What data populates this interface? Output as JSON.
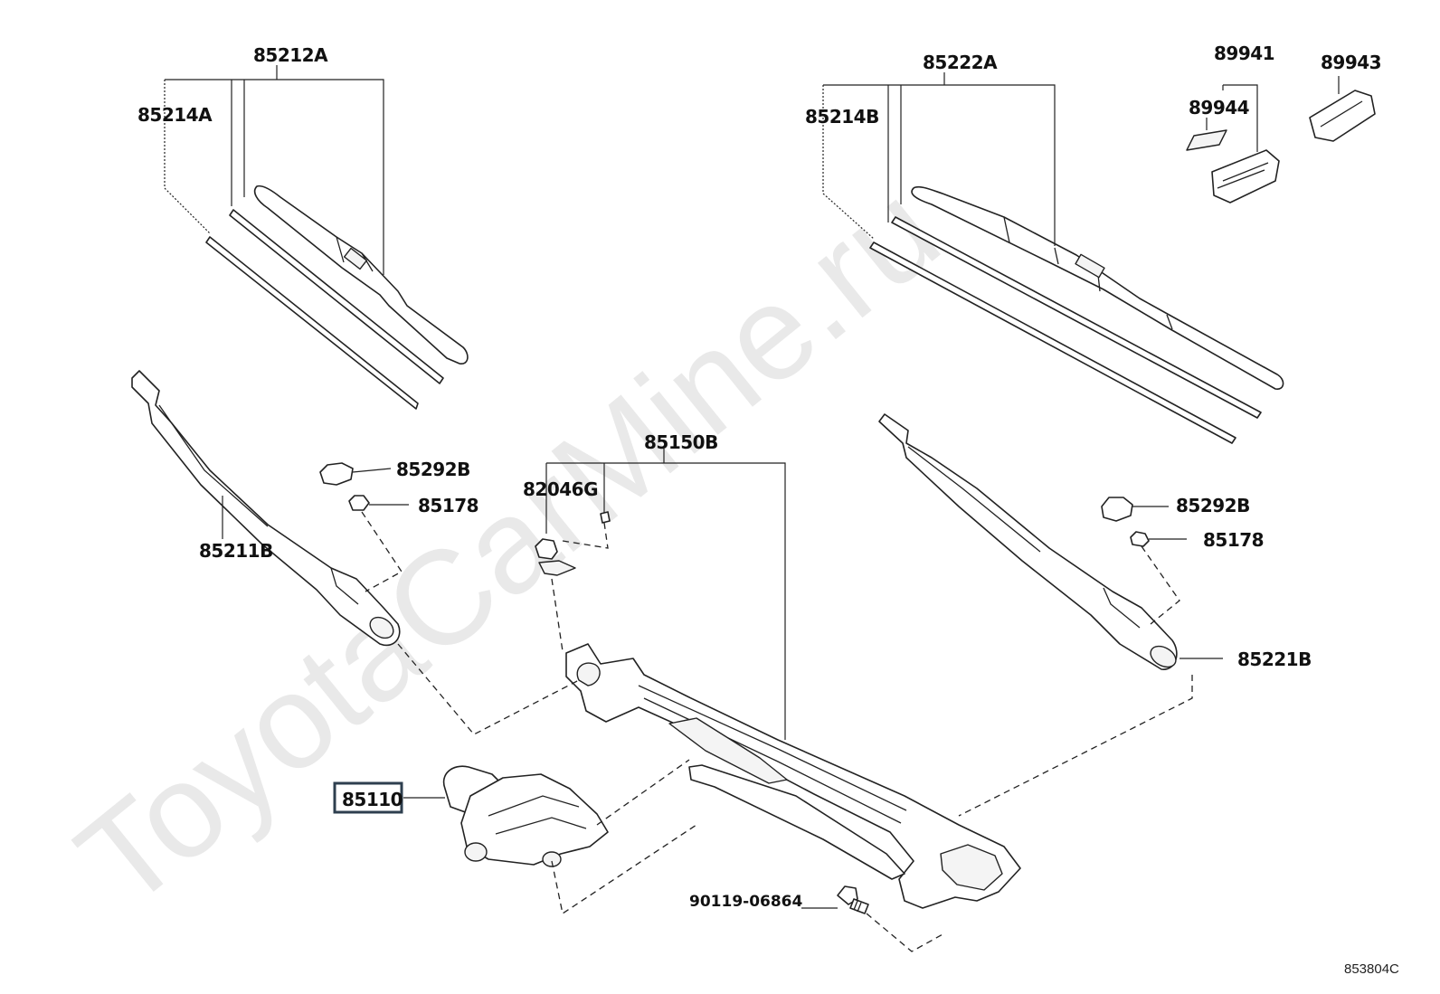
{
  "watermark": "ToyotaCarMine.ru",
  "diagram_code": "853804C",
  "highlighted_part": "85110",
  "parts": {
    "p85212A": "85212A",
    "p85214A": "85214A",
    "p85222A": "85222A",
    "p85214B": "85214B",
    "p89941": "89941",
    "p89943": "89943",
    "p89944": "89944",
    "p85150B": "85150B",
    "p82046G": "82046G",
    "p85292B_left": "85292B",
    "p85178_left": "85178",
    "p85211B": "85211B",
    "p85292B_right": "85292B",
    "p85178_right": "85178",
    "p85221B": "85221B",
    "p85110": "85110",
    "p90119": "90119-06864"
  }
}
